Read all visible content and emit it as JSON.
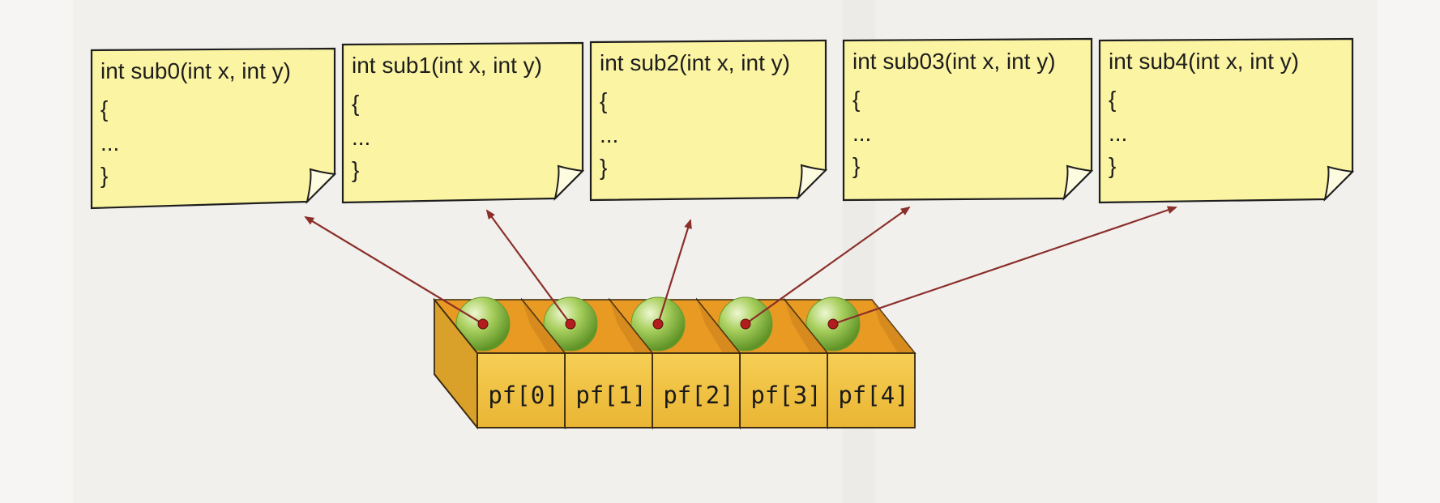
{
  "functions": [
    {
      "lines": [
        "int sub0(int x, int y)",
        "{",
        "...",
        "}"
      ]
    },
    {
      "lines": [
        "int sub1(int x, int y)",
        "{",
        "...",
        "}"
      ]
    },
    {
      "lines": [
        "int sub2(int x, int y)",
        "{",
        "...",
        "}"
      ]
    },
    {
      "lines": [
        "int sub03(int x, int y)",
        "{",
        "...",
        "}"
      ]
    },
    {
      "lines": [
        "int sub4(int x, int y)",
        "{",
        "...",
        "}"
      ]
    }
  ],
  "array_elements": [
    "pf[0]",
    "pf[1]",
    "pf[2]",
    "pf[3]",
    "pf[4]"
  ],
  "colors": {
    "note_fill": "#fbf4a2",
    "note_border": "#1f1f1f",
    "box_front": "#f2c441",
    "box_side": "#d9a12a",
    "box_inside": "#e89a23",
    "ball": "#8fbe46",
    "ball_highlight": "#e6f3c4",
    "arrow": "#8b2f2a",
    "dot": "#b31d1d"
  }
}
